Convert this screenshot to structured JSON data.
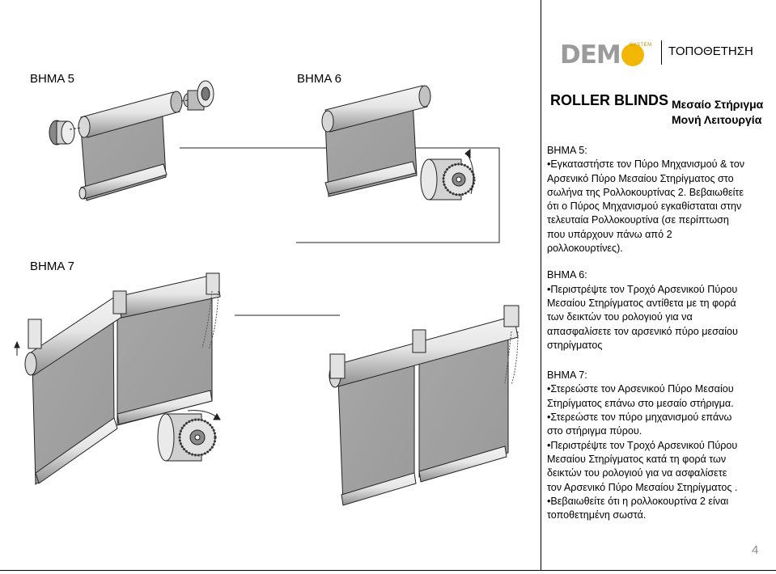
{
  "steps": {
    "step5": "ΒΗΜΑ 5",
    "step6": "ΒΗΜΑ 6",
    "step7": "ΒΗΜΑ 7"
  },
  "logo": {
    "brand": "DEMO",
    "system": "SYSTEM"
  },
  "header": {
    "placement": "ΤΟΠΟΘΕΤΗΣΗ",
    "title": "ROLLER BLINDS",
    "subtitle_line1": "Μεσαίο Στήριγμα",
    "subtitle_line2": "Μονή Λειτουργία"
  },
  "instructions": {
    "step5_title": "ΒΗΜΑ 5:",
    "step5_lines": [
      "•Εγκαταστήστε τον Πύρο Μηχανισμού & τον",
      "Αρσενικό Πύρο Μεσαίου Στηρίγματος στο",
      "σωλήνα της Ρολλοκουρτίνας 2. Βεβαιωθείτε",
      "ότι ο Πύρος Μηχανισμού εγκαθίσταται στην",
      "τελευταία Ρολλοκουρτίνα (σε περίπτωση",
      "που υπάρχουν πάνω από 2",
      "ρολλοκουρτίνες)."
    ],
    "step6_title": "ΒΗΜΑ 6:",
    "step6_lines": [
      "•Περιστρέψτε τον Τροχό Αρσενικού Πύρου",
      "Μεσαίου Στηρίγματος αντίθετα με τη φορά",
      "των δεικτών του ρολογιού για να",
      "απασφαλίσετε τον αρσενικό πύρο μεσαίου",
      "στηρίγματος"
    ],
    "step7_title": "ΒΗΜΑ 7:",
    "step7_lines": [
      "•Στερεώστε τον Αρσενικού Πύρο Μεσαίου",
      "Στηρίγματος επάνω στο μεσαίο στήριγμα.",
      "•Στερεώστε τον πύρο μηχανισμού επάνω",
      "στο στήριγμα πύρου.",
      "•Περιστρέψτε τον Τροχό Αρσενικού Πύρου",
      "Μεσαίου Στηρίγματος κατά τη φορά των",
      "δεικτών του ρολογιού για να ασφαλίσετε",
      "τον Αρσενικό Πύρο Μεσαίου Στηρίγματος .",
      "•Βεβαιωθείτε ότι η ρολλοκουρτίνα 2 είναι",
      "τοποθετημένη σωστά."
    ]
  },
  "page_number": "4"
}
